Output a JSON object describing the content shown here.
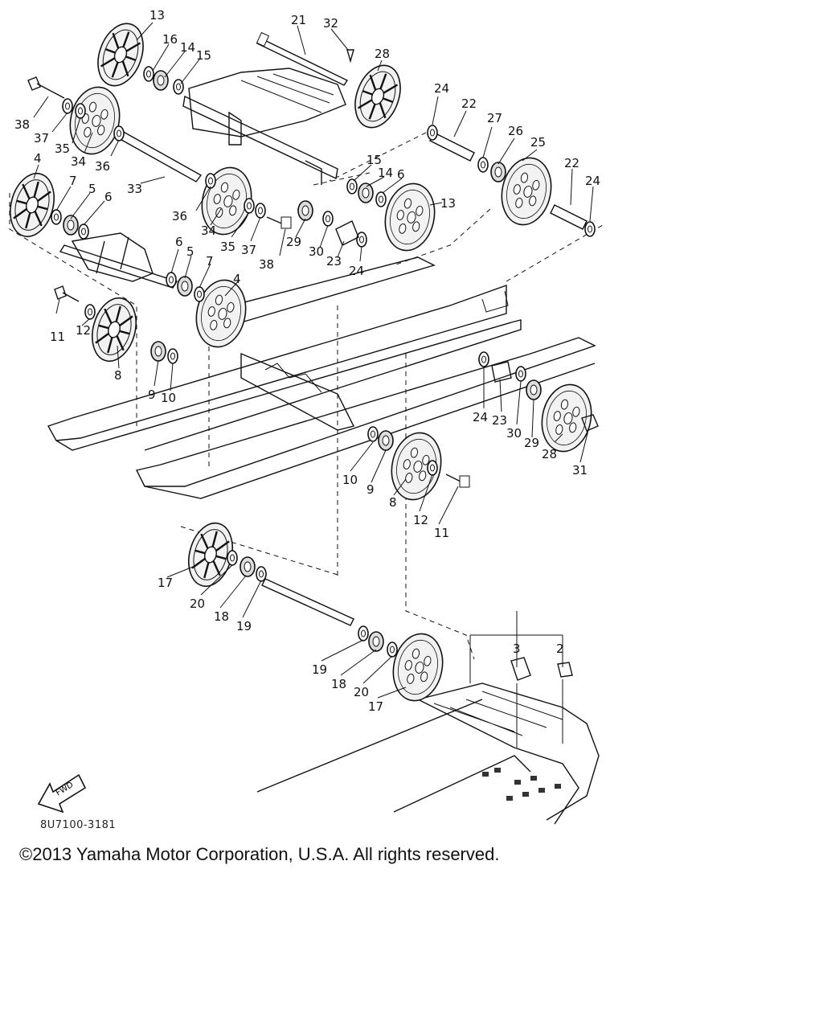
{
  "diagram": {
    "labels": {
      "p1": "13",
      "p2": "16",
      "p3": "14",
      "p4": "15",
      "p5": "21",
      "p6": "32",
      "p7": "28",
      "p8": "38",
      "p9": "37",
      "p10": "35",
      "p11": "34",
      "p12": "36",
      "p13": "24",
      "p14": "22",
      "p15": "27",
      "p16": "26",
      "p17": "25",
      "p18": "22",
      "p19": "24",
      "p20": "4",
      "p21": "7",
      "p22": "5",
      "p23": "6",
      "p24": "33",
      "p25": "15",
      "p26": "14",
      "p27": "6",
      "p28": "13",
      "p29": "36",
      "p30": "34",
      "p31": "35",
      "p32": "37",
      "p33": "38",
      "p34": "29",
      "p35": "30",
      "p36": "23",
      "p37": "24",
      "p38": "6",
      "p39": "5",
      "p40": "7",
      "p41": "4",
      "p42": "11",
      "p43": "12",
      "p44": "8",
      "p45": "9",
      "p46": "10",
      "p47": "24",
      "p48": "23",
      "p49": "30",
      "p50": "29",
      "p51": "28",
      "p52": "31",
      "p53": "10",
      "p54": "9",
      "p55": "8",
      "p56": "12",
      "p57": "11",
      "p58": "17",
      "p59": "20",
      "p60": "18",
      "p61": "19",
      "p62": "19",
      "p63": "18",
      "p64": "20",
      "p65": "17",
      "p66": "3",
      "p67": "2"
    },
    "fwd_label": "FWD",
    "code": "8U7100-3181"
  },
  "copyright": "©2013 Yamaha Motor Corporation, U.S.A. All rights reserved."
}
